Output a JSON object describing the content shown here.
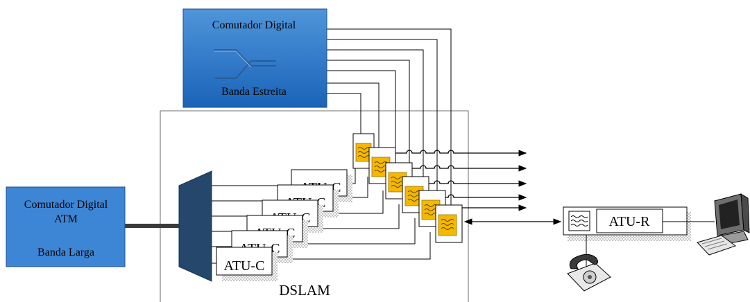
{
  "narrowband_switch": {
    "title": "Comutador Digital",
    "subtitle": "Banda Estreita",
    "icon": "crossover-switch-icon",
    "fill_top": "#4f95da",
    "fill_bottom": "#1a63b8"
  },
  "broadband_switch": {
    "line1": "Comutador Digital",
    "line2": "ATM",
    "line3": "Banda Larga",
    "fill": "#3d86d6"
  },
  "dslam": {
    "label": "DSLAM",
    "mux_color": "#24476b",
    "modems": [
      "ATU-C",
      "ATU-C",
      "ATU-C",
      "ATU-C",
      "ATU-C",
      "ATU-C"
    ],
    "splitter_color": "#f5b800",
    "splitter_icon": "splitter-filter-icon"
  },
  "customer": {
    "modem_label": "ATU-R",
    "filter_icon": "splitter-filter-icon",
    "telephone_icon": "telephone-icon",
    "computer_icon": "computer-icon"
  }
}
